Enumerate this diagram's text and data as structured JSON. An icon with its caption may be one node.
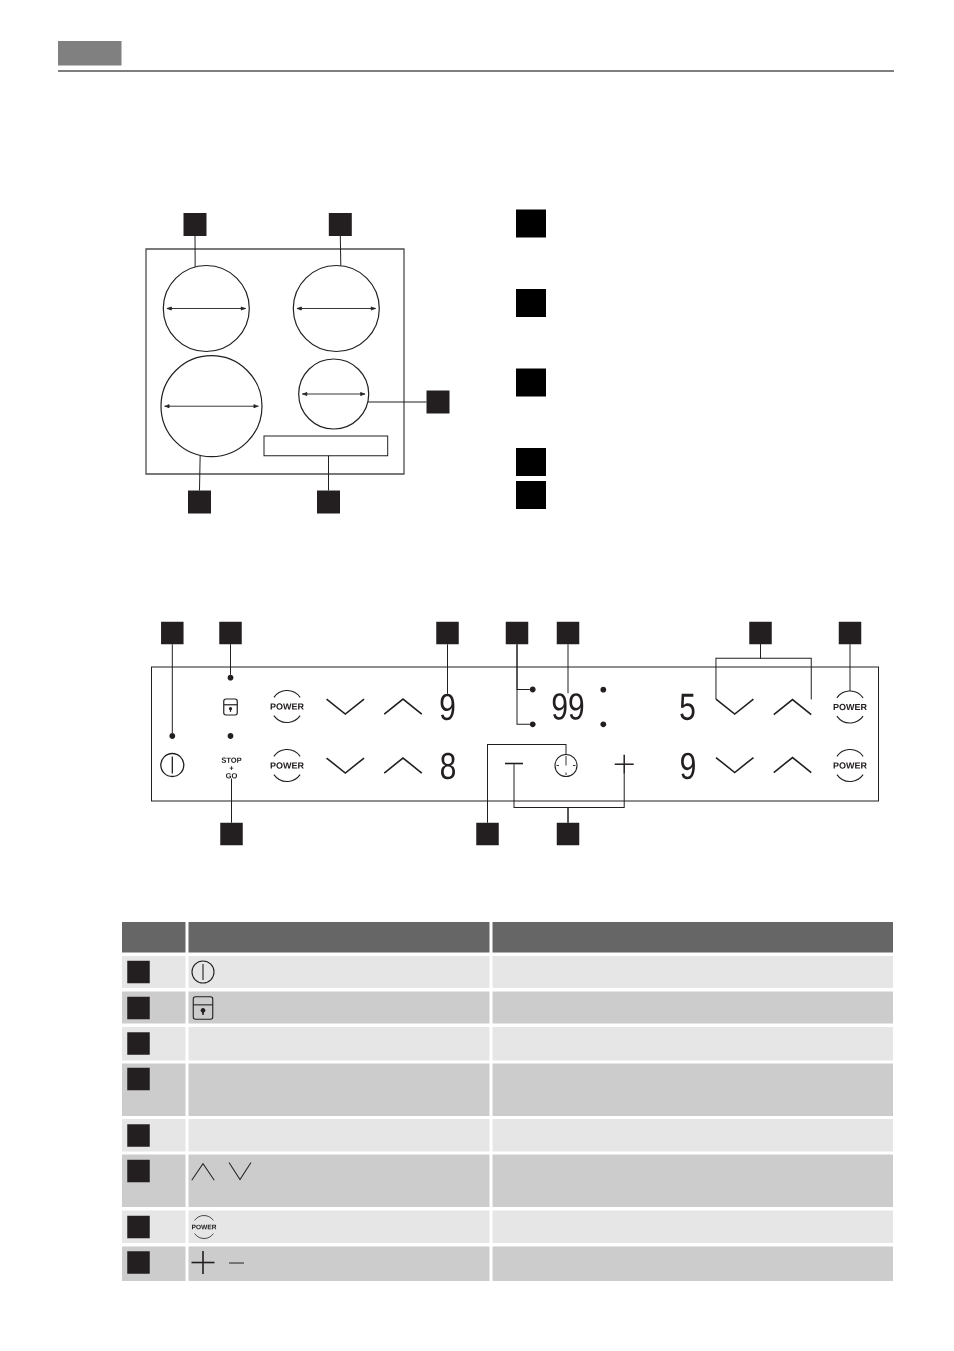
{
  "diagram": {
    "nodes": [
      {
        "text": [],
        "shape": "box"
      },
      {
        "text": [],
        "shape": "box"
      },
      {
        "text": [],
        "shape": "box"
      },
      {
        "text": [],
        "shape": "circle",
        "in": 2
      },
      {
        "text": [],
        "shape": "circle",
        "in": 2
      },
      {
        "text": [],
        "shape": "circle",
        "in": 2
      },
      {
        "text": [],
        "shape": "circle",
        "in": 2
      },
      {
        "text": [],
        "shape": "box",
        "in": 2
      },
      {
        "text": [],
        "shape": "box"
      },
      {
        "text": [],
        "shape": "box"
      },
      {
        "text": [],
        "shape": "box"
      },
      {
        "text": [],
        "shape": "box"
      },
      {
        "text": [],
        "shape": "box"
      },
      {
        "text": [],
        "shape": "box"
      },
      {
        "text": [],
        "shape": "box"
      },
      {
        "text": [],
        "shape": "box"
      },
      {
        "text": [],
        "shape": "box"
      },
      {
        "text": [],
        "shape": "box"
      },
      {
        "text": [],
        "shape": "box"
      },
      {
        "text": [],
        "shape": "box"
      },
      {
        "text": [],
        "shape": "box"
      },
      {
        "text": [],
        "shape": "box"
      },
      {
        "text": [],
        "shape": "box"
      },
      {
        "text": [],
        "shape": "box"
      },
      {
        "text": [],
        "shape": "circle",
        "in": 23
      },
      {
        "text": [],
        "shape": "circle",
        "in": 23
      },
      {
        "text": [
          "9"
        ],
        "in": 23
      },
      {
        "text": [],
        "shape": "circle",
        "in": 23
      },
      {
        "text": [],
        "shape": "circle",
        "in": 23
      },
      {
        "text": [
          "99"
        ],
        "in": 23
      },
      {
        "text": [],
        "shape": "chevron",
        "in": 23
      },
      {
        "text": [],
        "shape": "chevron",
        "in": 23
      },
      {
        "text": [
          "POWER"
        ],
        "in": 23
      },
      {
        "text": [
          "STOP + GO"
        ],
        "in": 23
      },
      {
        "text": [],
        "shape": "minus",
        "in": 23
      },
      {
        "text": [],
        "shape": "clock",
        "in": 23
      },
      {
        "text": [],
        "shape": "plus",
        "in": 23
      },
      {
        "text": [],
        "shape": "box"
      },
      {
        "text": [],
        "shape": "box"
      },
      {
        "text": [],
        "shape": "box"
      },
      {
        "text": [],
        "shape": "box"
      },
      {
        "text": [],
        "shape": "box"
      },
      {
        "text": [],
        "shape": "box"
      },
      {
        "text": [],
        "shape": "box"
      },
      {
        "text": [],
        "shape": "box"
      },
      {
        "text": [],
        "shape": "box"
      },
      {
        "text": [],
        "shape": "box"
      },
      {
        "text": [],
        "shape": "box"
      }
    ],
    "edges": [
      {
        "from": 0,
        "to": 3,
        "arrow": "none"
      },
      {
        "from": 1,
        "to": 4,
        "arrow": "none"
      },
      {
        "from": 8,
        "to": 6,
        "arrow": "none"
      },
      {
        "from": 9,
        "to": 5,
        "arrow": "none"
      },
      {
        "from": 10,
        "to": 7,
        "arrow": "none"
      },
      {
        "from": 16,
        "to": 24,
        "arrow": "none"
      },
      {
        "from": 17,
        "to": 25,
        "arrow": "none"
      },
      {
        "from": 18,
        "to": 26,
        "arrow": "none"
      },
      {
        "from": 19,
        "to": 27,
        "arrow": "none"
      },
      {
        "from": 19,
        "to": 28,
        "arrow": "none"
      },
      {
        "from": 20,
        "to": 29,
        "arrow": "none"
      },
      {
        "from": 21,
        "to": 30,
        "arrow": "none"
      },
      {
        "from": 21,
        "to": 31,
        "arrow": "none"
      },
      {
        "from": 22,
        "to": 32,
        "arrow": "none"
      },
      {
        "from": 37,
        "to": 33,
        "arrow": "none"
      },
      {
        "from": 38,
        "to": 35,
        "arrow": "none"
      },
      {
        "from": 39,
        "to": 34,
        "arrow": "none"
      },
      {
        "from": 39,
        "to": 36,
        "arrow": "none"
      }
    ],
    "labels": [
      "POWER",
      "5",
      "POWER",
      "8",
      "9",
      "POWER",
      "POWER"
    ]
  }
}
